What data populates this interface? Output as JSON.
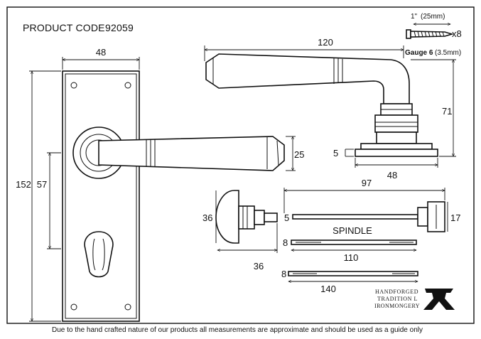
{
  "header": {
    "product_code_label": "PRODUCT CODE",
    "product_code": "92059"
  },
  "screw": {
    "length_inch": "1\"",
    "length_mm": "(25mm)",
    "quantity": "x8",
    "gauge": "Gauge 6",
    "gauge_mm": "(3.5mm)"
  },
  "backplate": {
    "width": "48",
    "height": "152",
    "keyhole_centres": "57"
  },
  "lever": {
    "length": "120",
    "projection": "71",
    "rose_diameter": "48",
    "rose_thickness": "5",
    "grip_depth": "25"
  },
  "spindle": {
    "label": "SPINDLE",
    "length": "97",
    "thread": "5",
    "square": "17"
  },
  "turn": {
    "height": "36",
    "width": "36"
  },
  "bars": [
    {
      "thickness": "8",
      "length": "110"
    },
    {
      "thickness": "8",
      "length": "140"
    }
  ],
  "brand": {
    "line1": "HANDFORGED",
    "line2": "TRADITION  L",
    "line3": "IRONMONGERY"
  },
  "footer": {
    "disclaimer": "Due to the hand crafted nature of our products all measurements are approximate and should be used as a guide only"
  },
  "colors": {
    "line": "#111111",
    "background": "#ffffff"
  }
}
